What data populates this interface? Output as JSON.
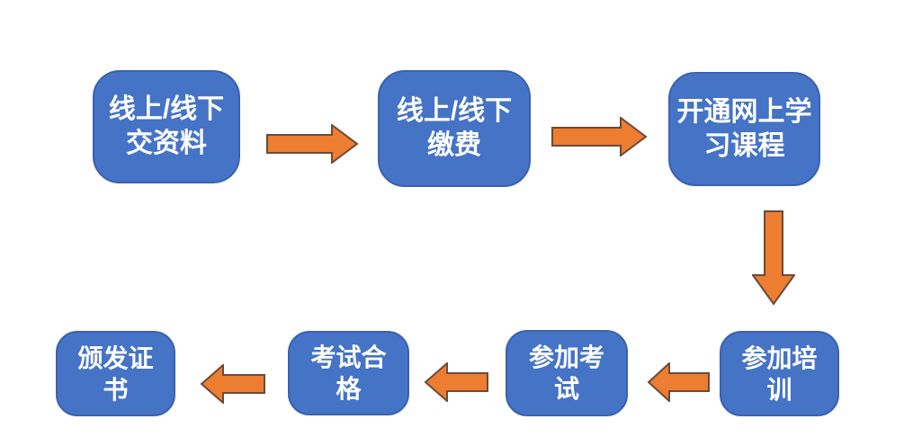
{
  "diagram": {
    "type": "flowchart",
    "background_color": "#ffffff",
    "colors": {
      "node_fill": "#4573C6",
      "node_border": "#3A62AE",
      "node_text": "#ffffff",
      "arrow_fill": "#ED7D31",
      "arrow_outline": "#6B4B3A"
    },
    "nodes": [
      {
        "id": "submit-materials",
        "label": "线上/线下\n交资料"
      },
      {
        "id": "pay-fee",
        "label": "线上/线下\n缴费"
      },
      {
        "id": "open-online-course",
        "label": "开通网上学\n习课程"
      },
      {
        "id": "attend-training",
        "label": "参加培\n训"
      },
      {
        "id": "take-exam",
        "label": "参加考\n试"
      },
      {
        "id": "pass-exam",
        "label": "考试合\n格"
      },
      {
        "id": "issue-certificate",
        "label": "颁发证\n书"
      }
    ],
    "edges": [
      {
        "from": "submit-materials",
        "to": "pay-fee",
        "direction": "right"
      },
      {
        "from": "pay-fee",
        "to": "open-online-course",
        "direction": "right"
      },
      {
        "from": "open-online-course",
        "to": "attend-training",
        "direction": "down"
      },
      {
        "from": "attend-training",
        "to": "take-exam",
        "direction": "left"
      },
      {
        "from": "take-exam",
        "to": "pass-exam",
        "direction": "left"
      },
      {
        "from": "pass-exam",
        "to": "issue-certificate",
        "direction": "left"
      }
    ]
  }
}
